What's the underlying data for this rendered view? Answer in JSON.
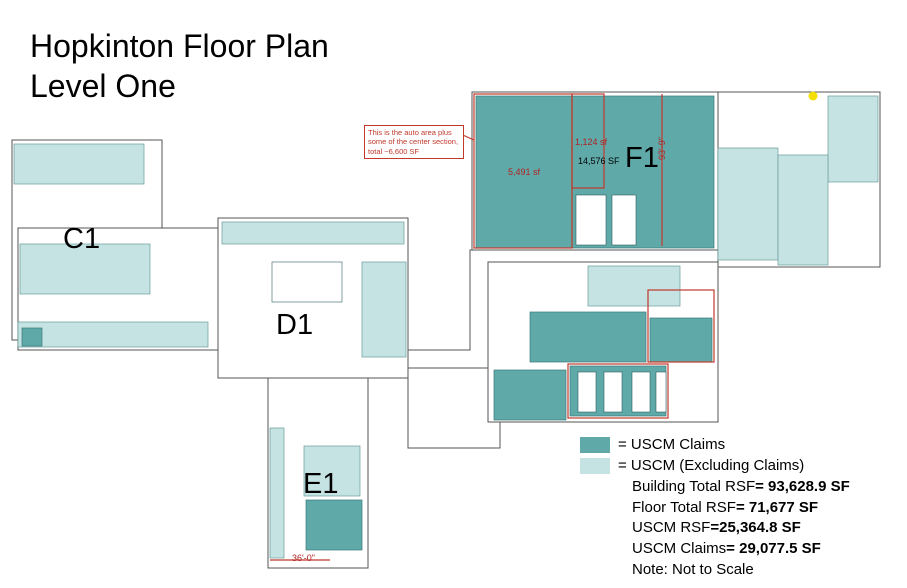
{
  "titles": {
    "line1": "Hopkinton Floor Plan",
    "line2": "Level One"
  },
  "zones": {
    "c1": "C1",
    "d1": "D1",
    "e1": "E1",
    "f1": "F1"
  },
  "annotations": {
    "note": "This is the auto area plus some of the center section, total ~6,600 SF",
    "area_5491": "5,491 sf",
    "area_1124": "1,124 sf",
    "area_14576": "14,576 SF",
    "dim_vertical": "93'-9\"",
    "dim_bottom": "36'-0\""
  },
  "legend": {
    "claims": {
      "label": "= USCM Claims",
      "color": "#5fa9a9"
    },
    "excluding": {
      "label": "= USCM (Excluding Claims)",
      "color": "#c5e3e3"
    }
  },
  "stats": {
    "building_label": "Building Total RSF",
    "building_value": "= 93,628.9 SF",
    "floor_label": "Floor Total RSF",
    "floor_value": "= 71,677 SF",
    "uscm_label": "USCM RSF",
    "uscm_value": "=25,364.8 SF",
    "claims_label": "USCM Claims",
    "claims_value": "= 29,077.5 SF",
    "note": "Note: Not to Scale"
  },
  "colors": {
    "claims_fill": "#5fa9a9",
    "excluding_fill": "#c5e3e3",
    "wall": "#555555",
    "highlight": "#c0392b",
    "marker": "#f4e000"
  }
}
